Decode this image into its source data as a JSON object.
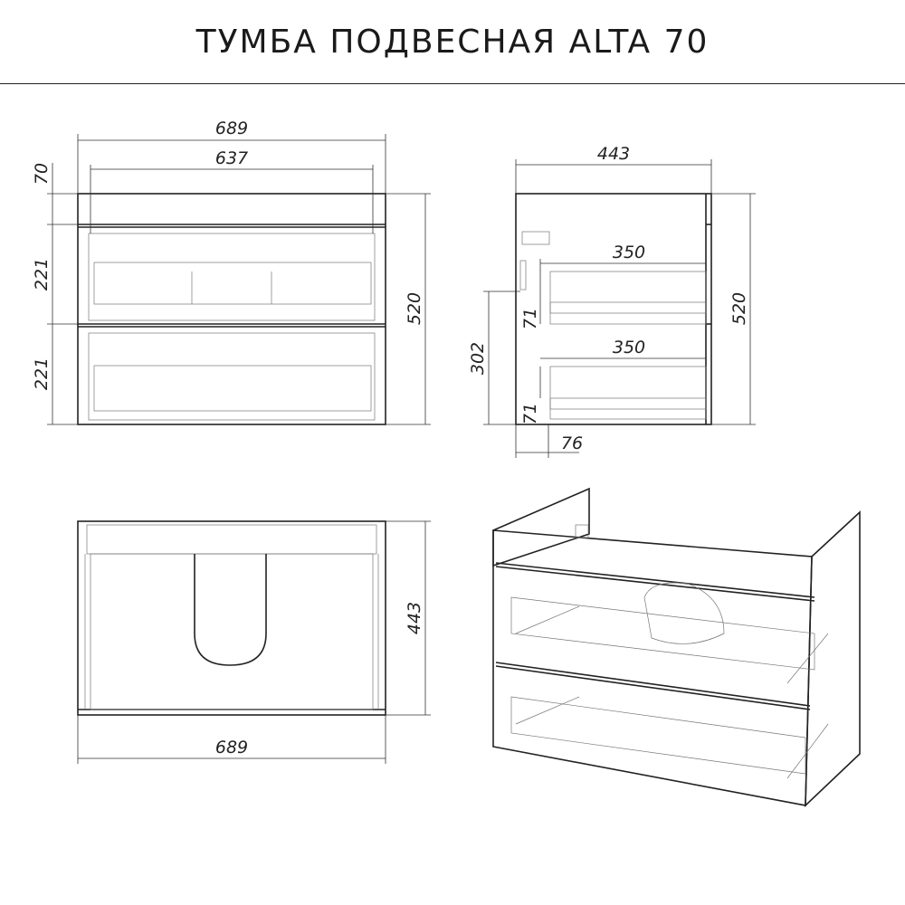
{
  "title": "ТУМБА ПОДВЕСНАЯ ALTA 70",
  "front_view": {
    "width_total": "689",
    "width_inner": "637",
    "top_height": "70",
    "drawer1_height": "221",
    "drawer2_height": "221",
    "height_total": "520"
  },
  "side_view": {
    "depth": "443",
    "drawer1_depth": "350",
    "drawer2_depth": "350",
    "drawer1_offset": "71",
    "drawer2_offset": "71",
    "mount_height": "302",
    "height_total": "520",
    "back_offset": "76"
  },
  "top_view": {
    "depth": "443",
    "width": "689"
  }
}
